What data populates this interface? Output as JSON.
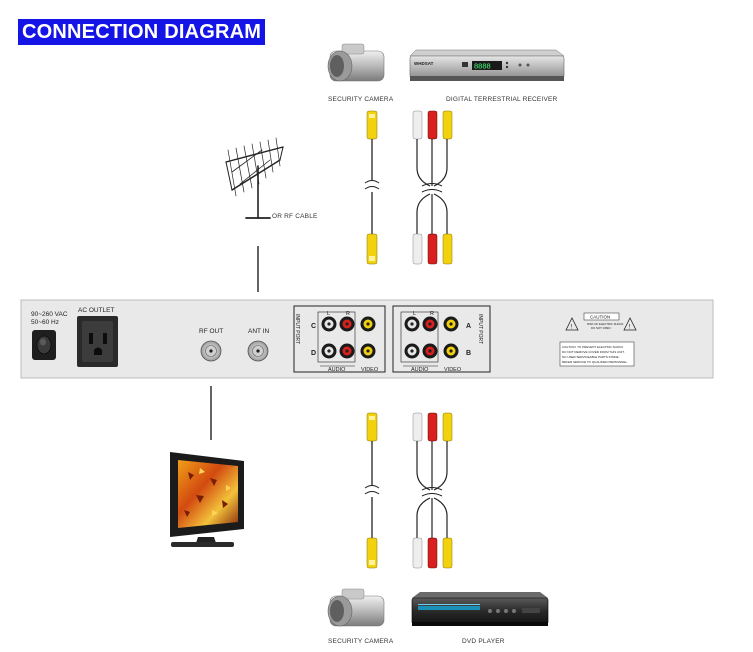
{
  "title": "CONNECTION DIAGRAM",
  "devices": {
    "security_camera_top": "SECURITY CAMERA",
    "digital_receiver": "DIGITAL TERRESTRIAL RECEIVER",
    "security_camera_bottom": "SECURITY CAMERA",
    "dvd_player": "DVD PLAYER",
    "antenna_cable": "OR RF CABLE",
    "receiver_brand": "WHDSAT",
    "receiver_display": "8888"
  },
  "panel": {
    "power_spec_line1": "90~260 VAC",
    "power_spec_line2": "50~60 Hz",
    "ac_outlet": "AC OUTLET",
    "rf_out": "RF OUT",
    "ant_in": "ANT IN",
    "input_port_vertical": "INPUT PORT",
    "audio": "AUDIO",
    "video": "VIDEO",
    "ch_left": "L",
    "ch_right": "R",
    "port_c": "C",
    "port_d": "D",
    "port_a": "A",
    "port_b": "B",
    "caution_title": "CAUTION",
    "caution_sub1": "RISK OF ELECTRIC SHOCK",
    "caution_sub2": "DO NOT OPEN",
    "caution_body": [
      "CAUTION: TO PREVENT ELECTRIC SHOCK",
      "DO NOT REMOVE COVER FROM THIS UNIT.",
      "NO USER SERVICEABLE PARTS INSIDE.",
      "REFER SERVICE TO QUALIFIED PERSONNEL."
    ]
  },
  "colors": {
    "title_bg": "#1414e6",
    "rca_yellow": "#f2d20f",
    "rca_red": "#d8201e",
    "rca_white": "#eeeeee"
  }
}
